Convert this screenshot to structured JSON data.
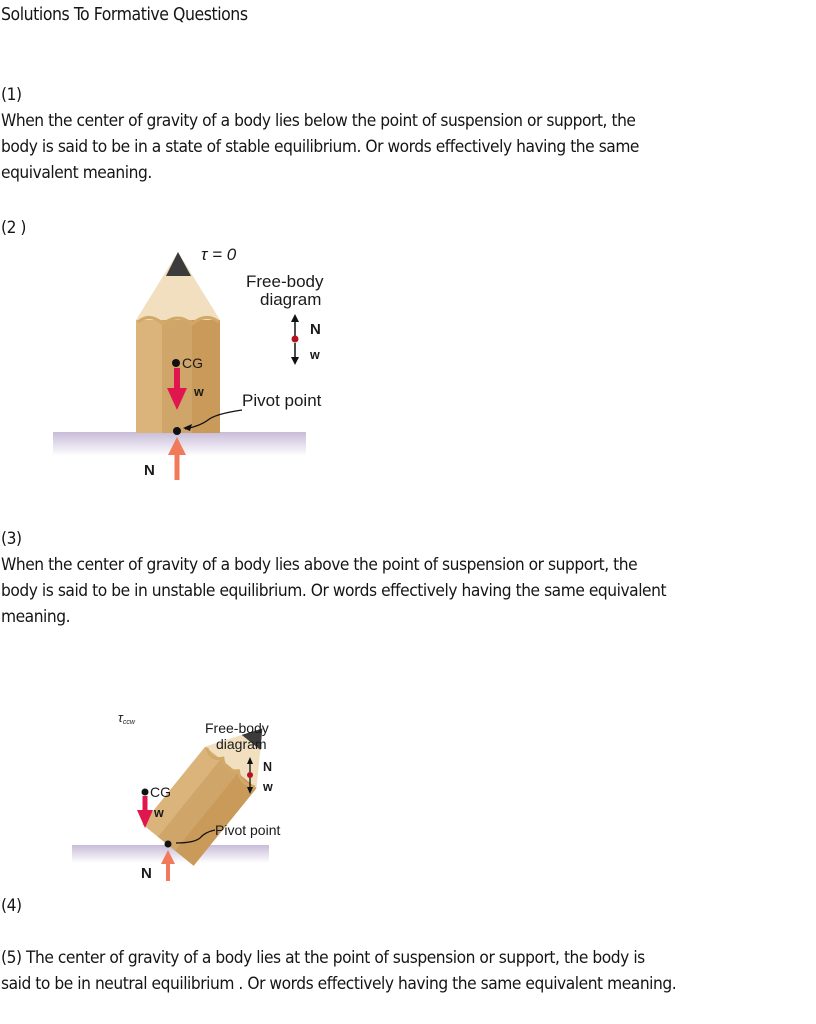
{
  "document": {
    "title": "Solutions To Formative Questions",
    "sections": [
      {
        "number": "(1)",
        "lines": [
          "When the center of gravity of a body lies below the point of suspension or support, the",
          "body is said to be in a state of stable equilibrium.  Or words effectively having the same",
          "equivalent meaning."
        ]
      },
      {
        "number": "(2  )"
      },
      {
        "number": "(3)",
        "lines": [
          "When the center of gravity of a body lies above the point of suspension or support, the",
          "body is said to be in unstable equilibrium. Or words effectively having the same equivalent",
          "meaning."
        ]
      },
      {
        "number": "(4)"
      },
      {
        "number": "(5)",
        "lines": [
          "(5)  The center of gravity of a body lies at the point of suspension or support, the body is",
          "said to be in neutral equilibrium . Or words effectively having the same equivalent meaning."
        ]
      }
    ]
  },
  "figures": {
    "upright_pencil": {
      "torque_label": "τ = 0",
      "fbd_title_line1": "Free-body",
      "fbd_title_line2": "diagram",
      "fbd_up_label": "N",
      "fbd_down_label": "w",
      "cg_label": "CG",
      "weight_label": "w",
      "pivot_label": "Pivot point",
      "normal_label": "N"
    },
    "tilted_pencil": {
      "torque_label": "τ",
      "torque_subscript": "ccw",
      "fbd_title_line1": "Free-body",
      "fbd_title_line2": "diagram",
      "fbd_up_label": "N",
      "fbd_down_label": "w",
      "cg_label": "CG",
      "weight_label": "w",
      "pivot_label": "Pivot point",
      "normal_label": "N"
    }
  },
  "colors": {
    "weight_arrow": "#e0174e",
    "normal_arrow": "#f07a5a",
    "pencil_wood_light": "#dbb47c",
    "pencil_wood_dark": "#c99a5a",
    "pencil_tip_shaved": "#f1dfc0",
    "graphite": "#3b3b3b",
    "surface": "#cfc4dc",
    "fbd_dot": "#b3121f"
  }
}
